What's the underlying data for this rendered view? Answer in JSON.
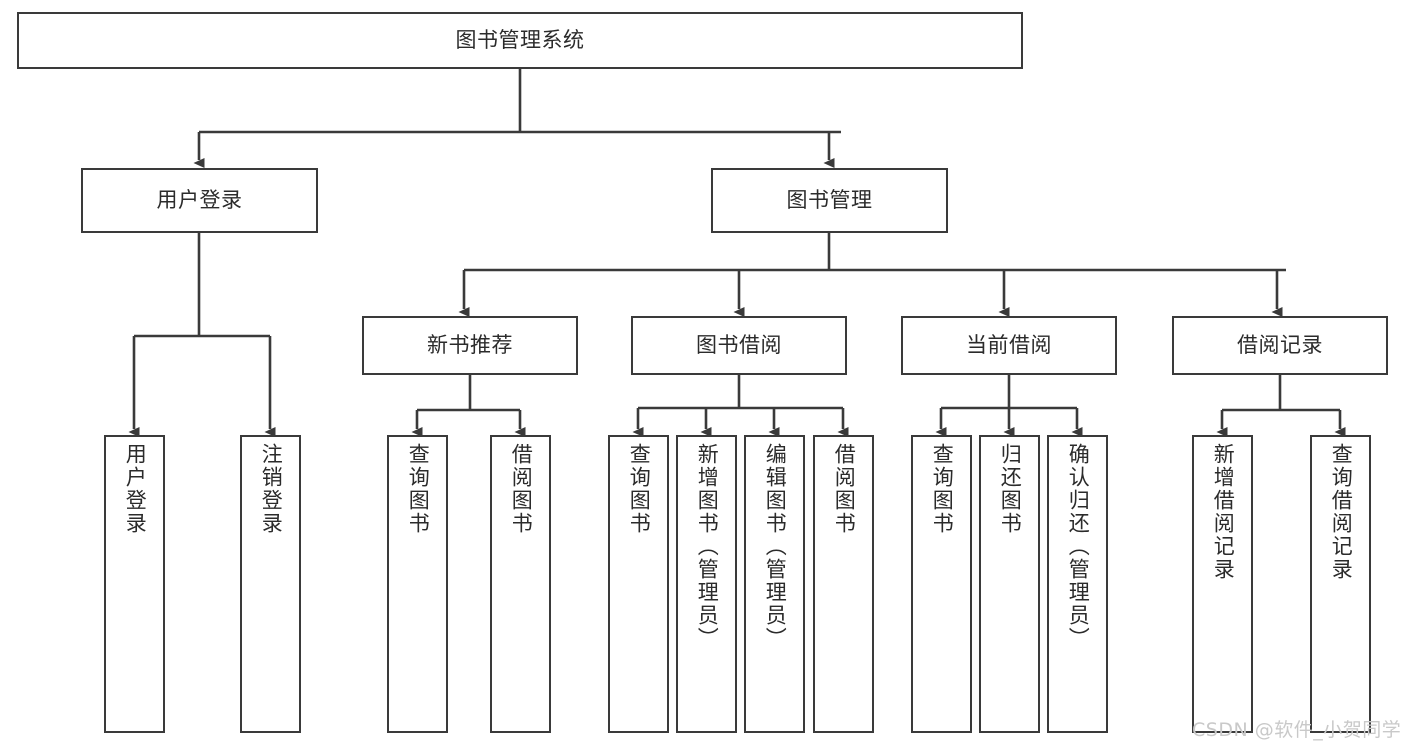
{
  "diagram": {
    "title": "图书管理系统",
    "watermark": "CSDN @软件_小贺同学",
    "line_color": "#3a3a3a",
    "text_color": "#2b2b2b",
    "background": "#ffffff",
    "watermark_color": "#c9c9c9",
    "nodes": {
      "root": {
        "label": "图书管理系统"
      },
      "level2": [
        {
          "label": "用户登录"
        },
        {
          "label": "图书管理"
        }
      ],
      "level3": [
        {
          "label": "新书推荐"
        },
        {
          "label": "图书借阅"
        },
        {
          "label": "当前借阅"
        },
        {
          "label": "借阅记录"
        }
      ],
      "leaves": {
        "user_login": [
          {
            "label": "用户登录"
          },
          {
            "label": "注销登录"
          }
        ],
        "new_book": [
          {
            "label": "查询图书"
          },
          {
            "label": "借阅图书"
          }
        ],
        "book_borrow": [
          {
            "label": "查询图书"
          },
          {
            "label": "新增图书（管理员）"
          },
          {
            "label": "编辑图书（管理员）"
          },
          {
            "label": "借阅图书"
          }
        ],
        "current_borrow": [
          {
            "label": "查询图书"
          },
          {
            "label": "归还图书"
          },
          {
            "label": "确认归还（管理员）"
          }
        ],
        "borrow_record": [
          {
            "label": "新增借阅记录"
          },
          {
            "label": "查询借阅记录"
          }
        ]
      }
    }
  }
}
